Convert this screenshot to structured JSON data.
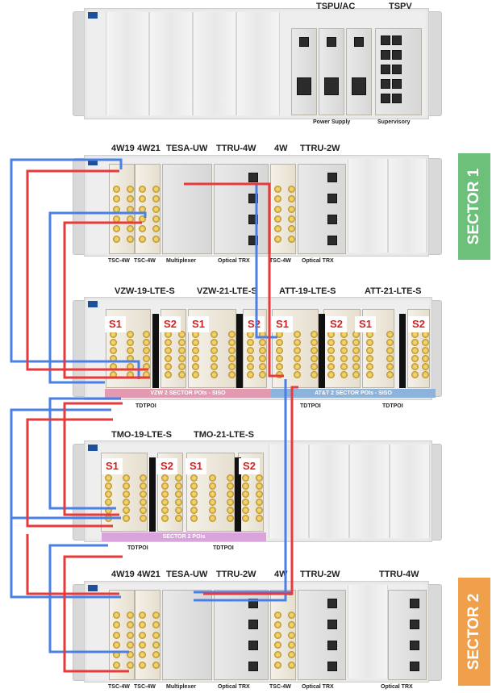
{
  "top_rack": {
    "labels": [
      "TSPU/AC",
      "TSPV"
    ],
    "bottom_labels": [
      "Power Supply",
      "Supervisory"
    ]
  },
  "sector1_rack": {
    "top_labels": [
      "4W19",
      "4W21",
      "TESA-UW",
      "TTRU-4W",
      "4W",
      "TTRU-2W"
    ],
    "bottom_labels": [
      "TSC-4W",
      "TSC-4W",
      "Multiplexer",
      "Optical TRX",
      "TSC-4W",
      "Optical TRX"
    ]
  },
  "poi_rack_1": {
    "top_labels": [
      "VZW-19-LTE-S",
      "VZW-21-LTE-S",
      "ATT-19-LTE-S",
      "ATT-21-LTE-S"
    ],
    "badges": [
      "S1",
      "S2",
      "S1",
      "S2",
      "S1",
      "S2",
      "S1",
      "S2"
    ],
    "band_left": "VZW 2 SECTOR POIs - SISO",
    "band_right": "AT&T 2 SECTOR POIs - SISO",
    "bottom_labels": [
      "TDTPOI",
      "TDTPOI",
      "TDTPOI"
    ]
  },
  "poi_rack_2": {
    "top_labels": [
      "TMO-19-LTE-S",
      "TMO-21-LTE-S"
    ],
    "badges": [
      "S1",
      "S2",
      "S1",
      "S2"
    ],
    "band": "SECTOR 2 POIs",
    "bottom_labels": [
      "TDTPOI",
      "TDTPOI"
    ]
  },
  "sector2_rack": {
    "top_labels": [
      "4W19",
      "4W21",
      "TESA-UW",
      "TTRU-2W",
      "4W",
      "TTRU-2W",
      "TTRU-4W"
    ],
    "bottom_labels": [
      "TSC-4W",
      "TSC-4W",
      "Multiplexer",
      "Optical TRX",
      "TSC-4W",
      "Optical TRX",
      "Optical TRX"
    ]
  },
  "sectors": [
    {
      "label": "SECTOR 1",
      "color": "#6cc07a"
    },
    {
      "label": "SECTOR 2",
      "color": "#f0a04b"
    }
  ],
  "colors": {
    "cable_blue": "#4a7fe6",
    "cable_red": "#e83a3a",
    "band_pink": "#e39ab0",
    "band_blue": "#8bb3dc",
    "band_violet": "#d9a3dc"
  }
}
